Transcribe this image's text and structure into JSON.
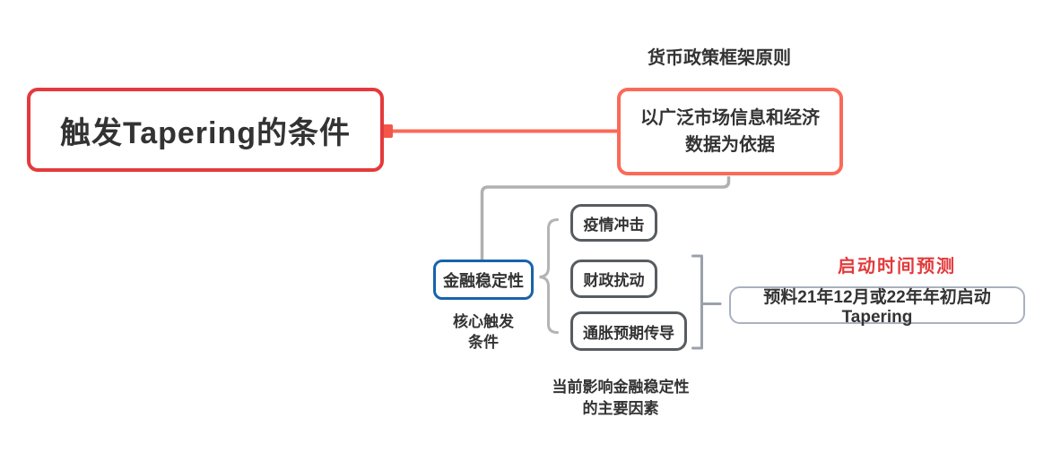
{
  "mindmap": {
    "root": {
      "label": "触发Tapering的条件"
    },
    "principle": {
      "heading": "货币政策框架原则",
      "label": "以广泛市场信息和经济数据为依据"
    },
    "stability": {
      "label": "金融稳定性",
      "caption_line1": "核心触发",
      "caption_line2": "条件"
    },
    "factors": {
      "items": [
        {
          "label": "疫情冲击"
        },
        {
          "label": "财政扰动"
        },
        {
          "label": "通胀预期传导"
        }
      ],
      "caption_line1": "当前影响金融稳定性",
      "caption_line2": "的主要因素"
    },
    "prediction": {
      "heading": "启动时间预测",
      "label": "预料21年12月或22年年初启动Tapering"
    },
    "colors": {
      "root_border": "#e43a3c",
      "principle_border": "#fa6a58",
      "link_red": "#fa6a58",
      "link_red_nub": "#f4564a",
      "stability_border": "#1763aa",
      "factor_border": "#575c61",
      "prediction_border": "#a9b1bf",
      "connector_gray": "#b0b0b0",
      "summary_brace_gray": "#b4b4b4",
      "summary_bracket_gray": "#9aa1ab",
      "heading_red": "#e23a3c",
      "text": "#333333",
      "background": "#ffffff"
    }
  }
}
